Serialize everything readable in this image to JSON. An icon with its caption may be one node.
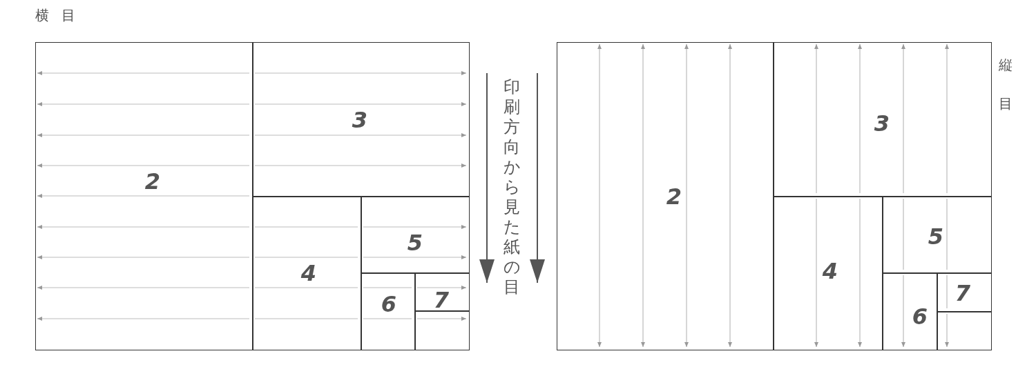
{
  "diagram": {
    "nodes": [
      {
        "text": [
          "2"
        ]
      },
      {
        "text": [
          "3"
        ]
      },
      {
        "text": [
          "4"
        ]
      },
      {
        "text": [
          "5"
        ]
      },
      {
        "text": [
          "6"
        ]
      },
      {
        "text": [
          "7"
        ]
      },
      {
        "text": [],
        "shape": "box"
      },
      {
        "text": [
          "2"
        ]
      },
      {
        "text": [
          "3"
        ]
      },
      {
        "text": [
          "4"
        ]
      },
      {
        "text": [
          "5"
        ]
      },
      {
        "text": [
          "6"
        ]
      },
      {
        "text": [
          "7"
        ]
      },
      {
        "text": [],
        "shape": "box"
      }
    ],
    "edges": [],
    "labels": [
      "横 目",
      "印刷方向から見た紙の目",
      "縦目"
    ]
  }
}
